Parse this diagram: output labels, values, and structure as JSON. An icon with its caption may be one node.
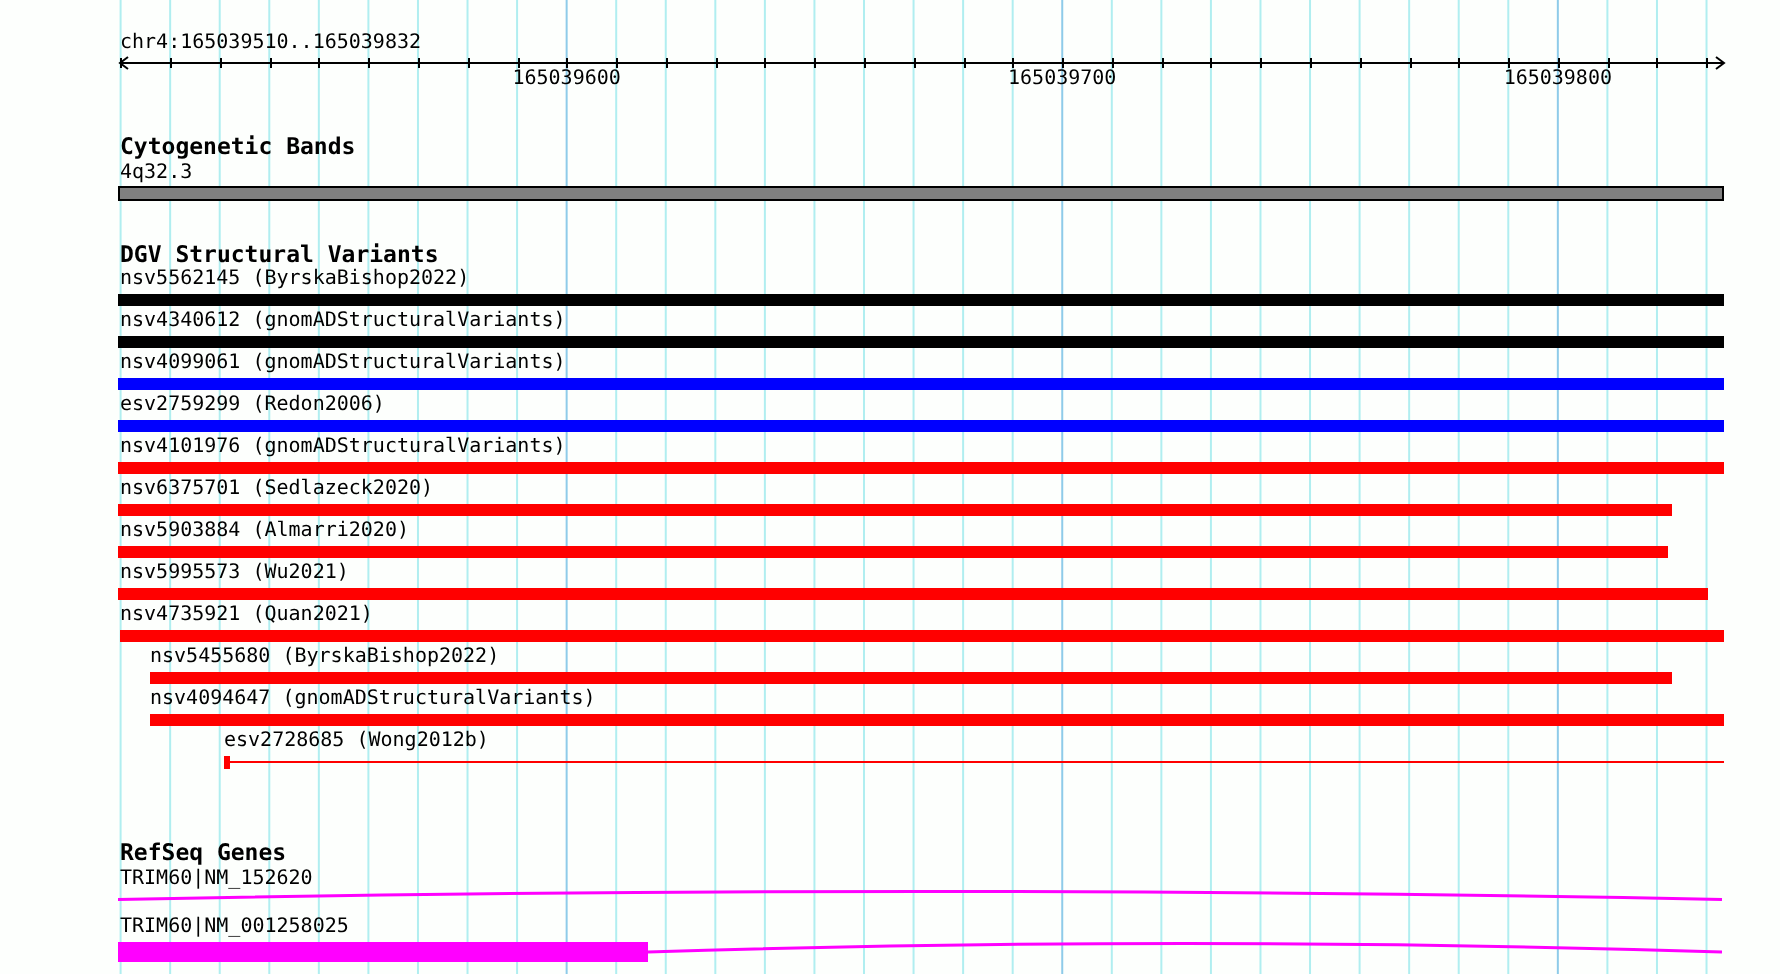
{
  "diagram": {
    "nodes": [
      {
        "text": [],
        "shape": "bar",
        "beside": [
          "4q32.3"
        ]
      },
      {
        "text": [],
        "shape": "bar",
        "beside": [
          "nsv5562145 (ByrskaBishop2022)"
        ]
      },
      {
        "text": [],
        "shape": "bar",
        "beside": [
          "nsv4340612 (gnomADStructuralVariants)"
        ]
      },
      {
        "text": [],
        "shape": "bar",
        "beside": [
          "nsv4099061 (gnomADStructuralVariants)"
        ]
      },
      {
        "text": [],
        "shape": "bar",
        "beside": [
          "esv2759299 (Redon2006)"
        ]
      },
      {
        "text": [],
        "shape": "bar",
        "beside": [
          "nsv4101976 (gnomADStructuralVariants)"
        ]
      },
      {
        "text": [],
        "shape": "bar",
        "beside": [
          "nsv6375701 (Sedlazeck2020)"
        ]
      },
      {
        "text": [],
        "shape": "bar",
        "beside": [
          "nsv5903884 (Almarri2020)"
        ]
      },
      {
        "text": [],
        "shape": "bar",
        "beside": [
          "nsv5995573 (Wu2021)"
        ]
      },
      {
        "text": [],
        "shape": "bar",
        "beside": [
          "nsv4735921 (Quan2021)"
        ]
      },
      {
        "text": [],
        "shape": "bar",
        "beside": [
          "nsv5455680 (ByrskaBishop2022)"
        ]
      },
      {
        "text": [],
        "shape": "bar",
        "beside": [
          "nsv4094647 (gnomADStructuralVariants)"
        ]
      },
      {
        "text": [],
        "shape": "line",
        "beside": [
          "esv2728685 (Wong2012b)"
        ]
      },
      {
        "text": [],
        "shape": "line",
        "beside": [
          "TRIM60|NM_152620"
        ]
      },
      {
        "text": [],
        "shape": "line",
        "beside": [
          "TRIM60|NM_001258025"
        ]
      }
    ],
    "labels": [
      "chr4:165039510..165039832",
      "165039600",
      "165039700",
      "165039800",
      "Cytogenetic Bands",
      "DGV Structural Variants",
      "RefSeq Genes"
    ]
  }
}
